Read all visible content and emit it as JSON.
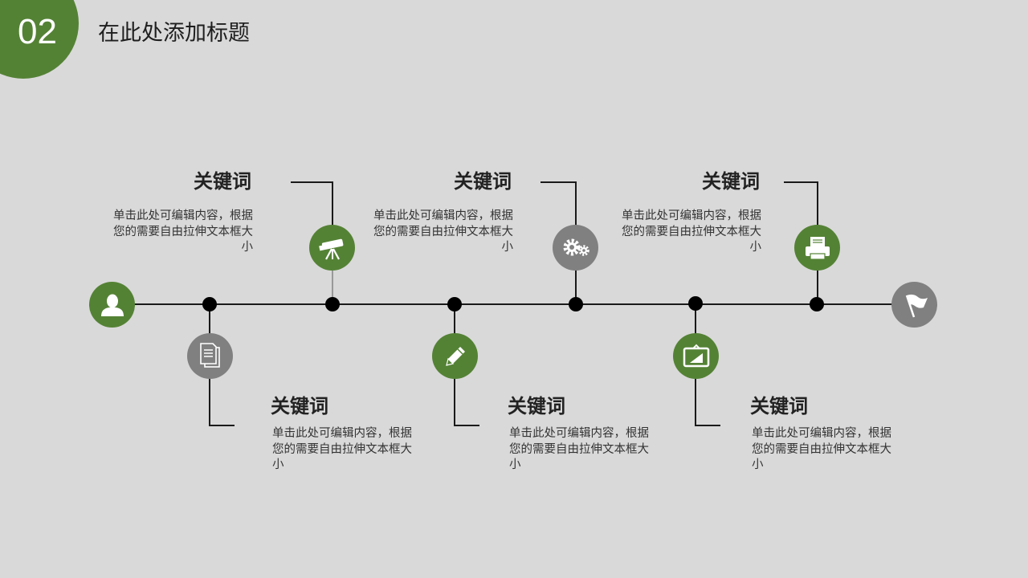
{
  "header": {
    "section_number": "02",
    "title": "在此处添加标题"
  },
  "colors": {
    "accent_green": "#548235",
    "icon_gray": "#808080",
    "background": "#d9d9d9",
    "line": "#1a1a1a"
  },
  "timeline": {
    "start_icon": "user-icon",
    "end_icon": "flag-icon",
    "items": [
      {
        "keyword": "关键词",
        "text": "单击此处可编辑内容，根据您的需要自由拉伸文本框大小",
        "icon": "document-icon",
        "position": "below"
      },
      {
        "keyword": "关键词",
        "text": "单击此处可编辑内容，根据您的需要自由拉伸文本框大小",
        "icon": "telescope-icon",
        "position": "above"
      },
      {
        "keyword": "关键词",
        "text": "单击此处可编辑内容，根据您的需要自由拉伸文本框大小",
        "icon": "pencil-icon",
        "position": "below"
      },
      {
        "keyword": "关键词",
        "text": "单击此处可编辑内容，根据您的需要自由拉伸文本框大小",
        "icon": "gears-icon",
        "position": "above"
      },
      {
        "keyword": "关键词",
        "text": "单击此处可编辑内容，根据您的需要自由拉伸文本框大小",
        "icon": "monitor-icon",
        "position": "below"
      },
      {
        "keyword": "关键词",
        "text": "单击此处可编辑内容，根据您的需要自由拉伸文本框大小",
        "icon": "printer-icon",
        "position": "above"
      }
    ]
  }
}
